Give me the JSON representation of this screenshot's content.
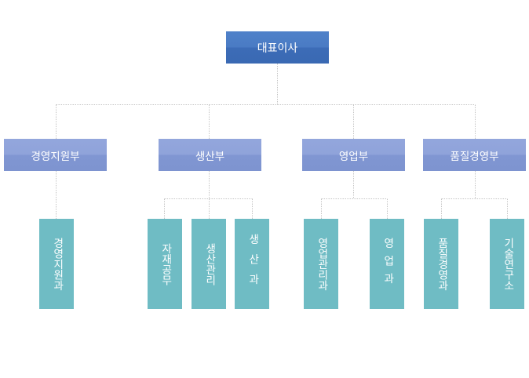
{
  "ceo": {
    "label": "대표이사"
  },
  "departments": [
    {
      "label": "경영지원부"
    },
    {
      "label": "생산부"
    },
    {
      "label": "영업부"
    },
    {
      "label": "품질경영부"
    }
  ],
  "teams": [
    {
      "label": "경영지원과"
    },
    {
      "label": "자재공무"
    },
    {
      "label": "생산관리"
    },
    {
      "label": "생산과"
    },
    {
      "label": "영업관리과"
    },
    {
      "label": "영업과"
    },
    {
      "label": "품질경영과"
    },
    {
      "label": "기술연구소"
    }
  ],
  "colors": {
    "ceo_box": "#4a7bc4",
    "department_box": "#8fa3da",
    "team_box": "#6fbcc4",
    "connector": "#c4c4c4"
  }
}
